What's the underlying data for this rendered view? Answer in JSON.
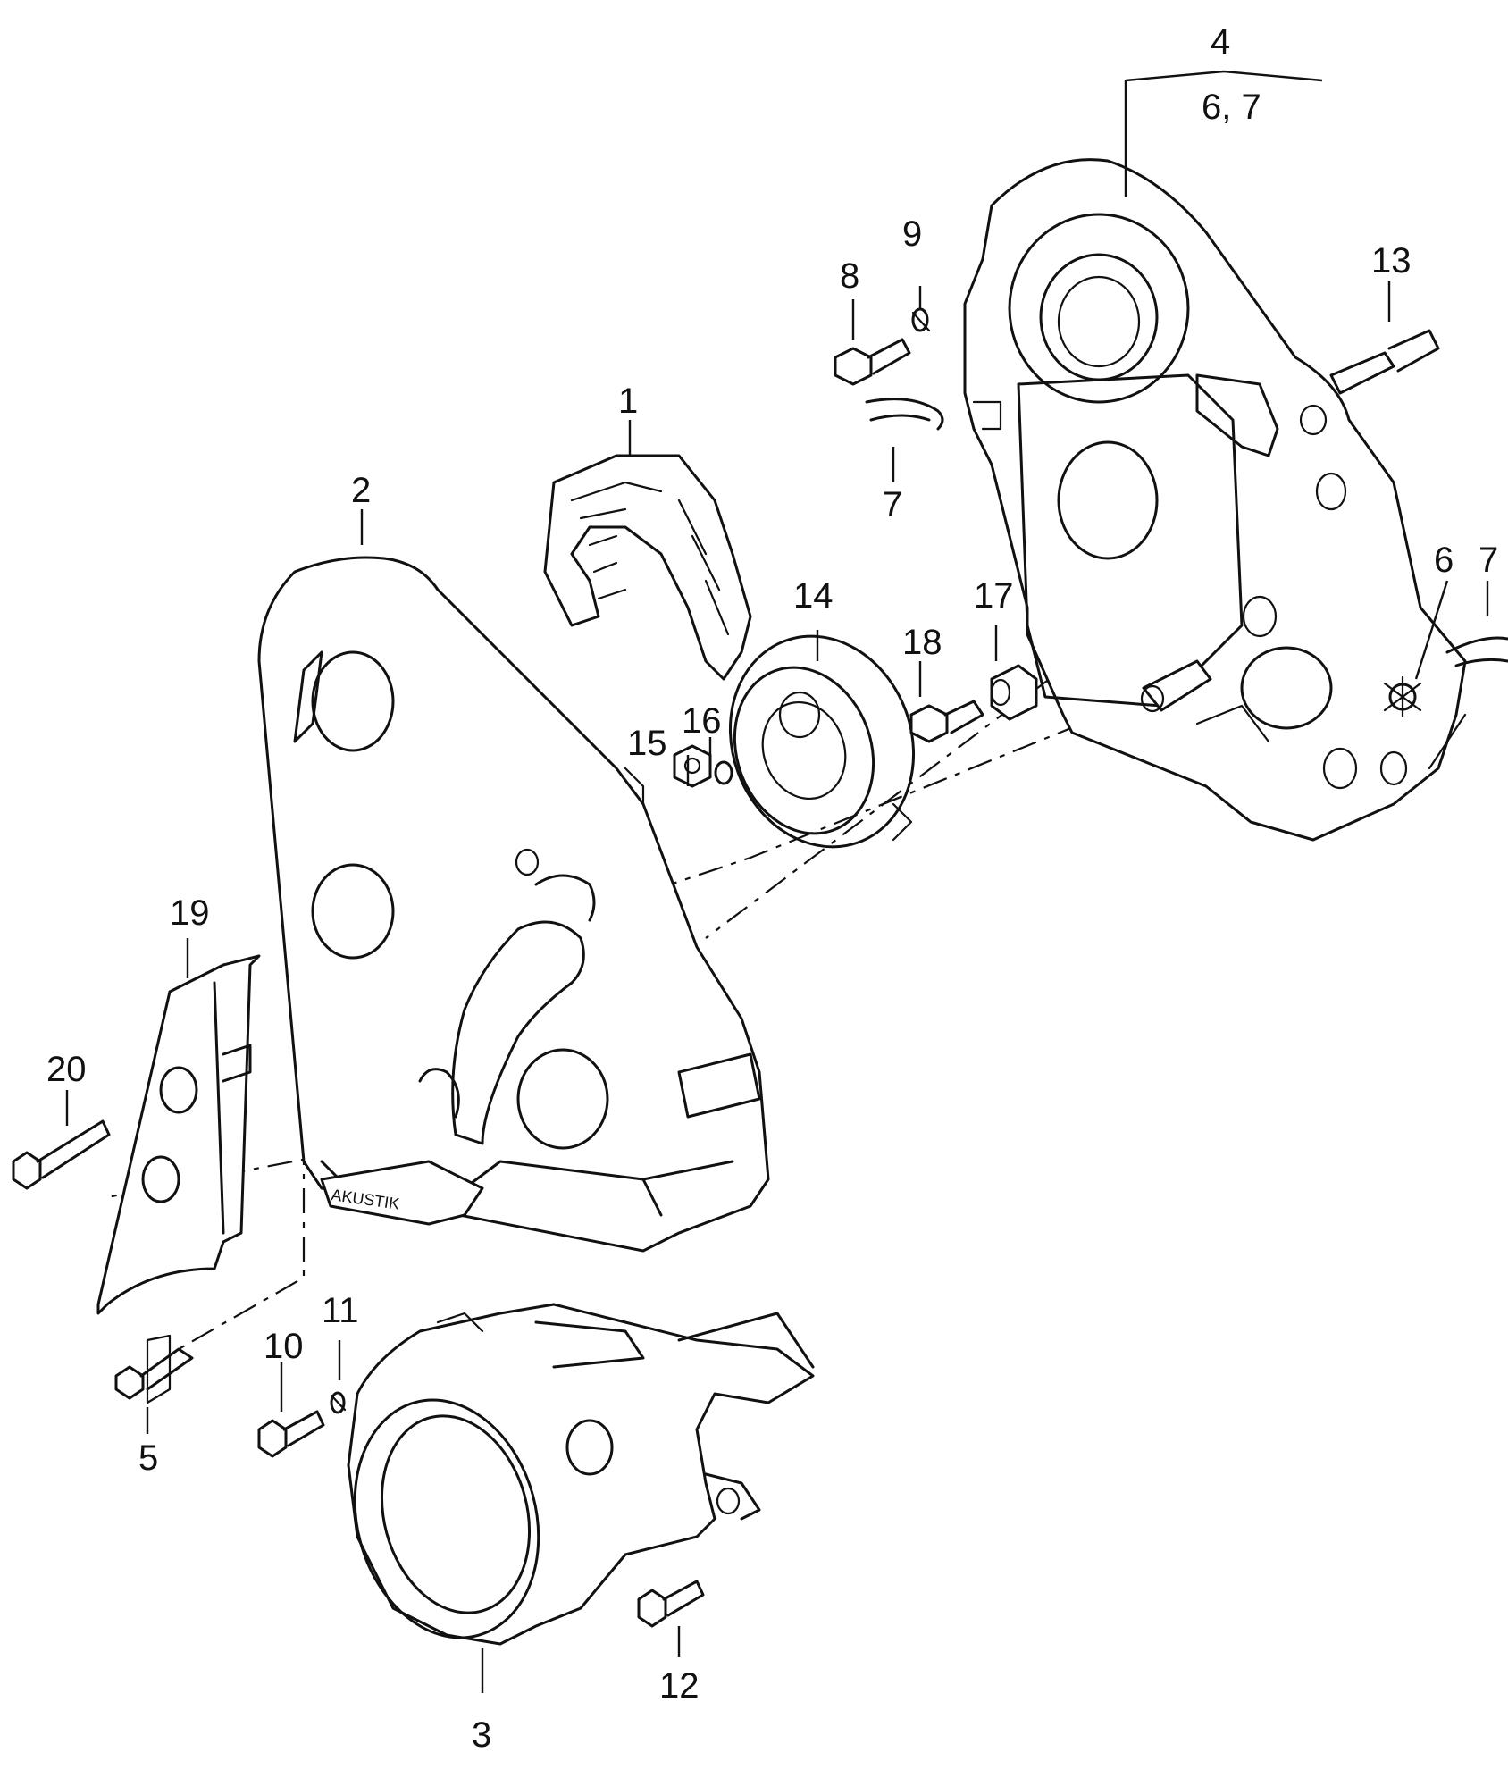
{
  "diagram": {
    "callouts": {
      "c1": "1",
      "c2": "2",
      "c3": "3",
      "c4": "4",
      "c4sub": "6, 7",
      "c5": "5",
      "c6": "6",
      "c7a": "7",
      "c7b": "7",
      "c8": "8",
      "c9": "9",
      "c10": "10",
      "c11": "11",
      "c12": "12",
      "c13": "13",
      "c14": "14",
      "c15": "15",
      "c16": "16",
      "c17": "17",
      "c18": "18",
      "c19": "19",
      "c20": "20"
    },
    "stamp_text": "AKUSTIK"
  }
}
